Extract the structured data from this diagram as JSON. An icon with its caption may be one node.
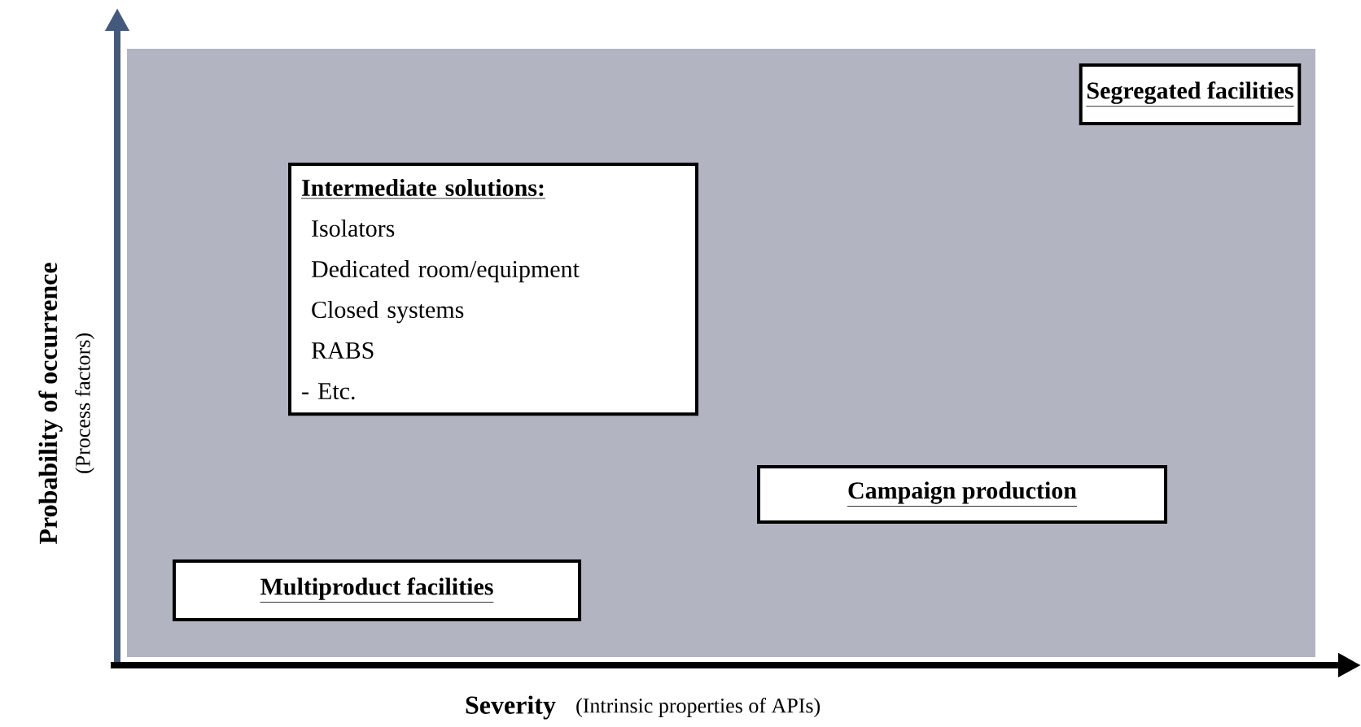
{
  "diagram": {
    "nodes": [
      {
        "text": [
          "Segregated facilities"
        ]
      },
      {
        "text": [
          "Intermediate solutions:",
          "Isolators",
          "Dedicated room/equipment",
          "Closed systems",
          "RABS",
          "- Etc."
        ]
      },
      {
        "text": [
          "Campaign production"
        ]
      },
      {
        "text": [
          "Multiproduct facilities"
        ]
      }
    ],
    "labels": [
      "Probability of occurrence",
      "(Process factors)",
      "Severity",
      "(Intrinsic properties of APIs)"
    ]
  }
}
